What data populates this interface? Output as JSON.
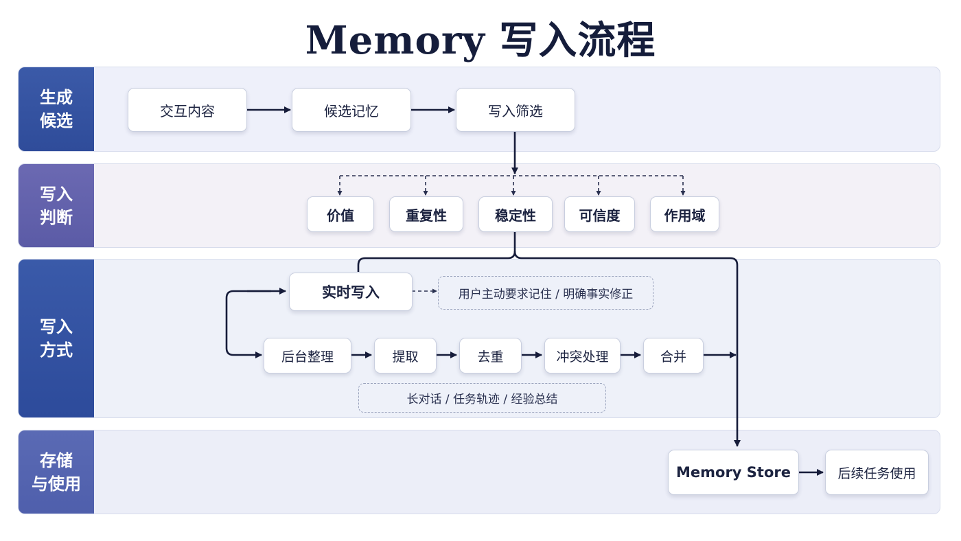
{
  "title": "Memory 写入流程",
  "lanes": {
    "generate": "生成\n候选",
    "judge": "写入\n判断",
    "mode": "写入\n方式",
    "store": "存储\n与使用"
  },
  "generate": {
    "interaction": "交互内容",
    "candidate": "候选记忆",
    "filter": "写入筛选"
  },
  "judge": {
    "criteria": [
      "价值",
      "重复性",
      "稳定性",
      "可信度",
      "作用域"
    ]
  },
  "mode": {
    "realtime": "实时写入",
    "realtime_note": "用户主动要求记住 / 明确事实修正",
    "background_steps": [
      "后台整理",
      "提取",
      "去重",
      "冲突处理",
      "合并"
    ],
    "background_note": "长对话 / 任务轨迹 / 经验总结"
  },
  "store": {
    "memory_store": "Memory Store",
    "later_use": "后续任务使用"
  },
  "colors": {
    "arrow": "#161c3a",
    "lane_tab_blue": "#2f4c9a",
    "lane_tab_purple": "#5b5ba6"
  }
}
